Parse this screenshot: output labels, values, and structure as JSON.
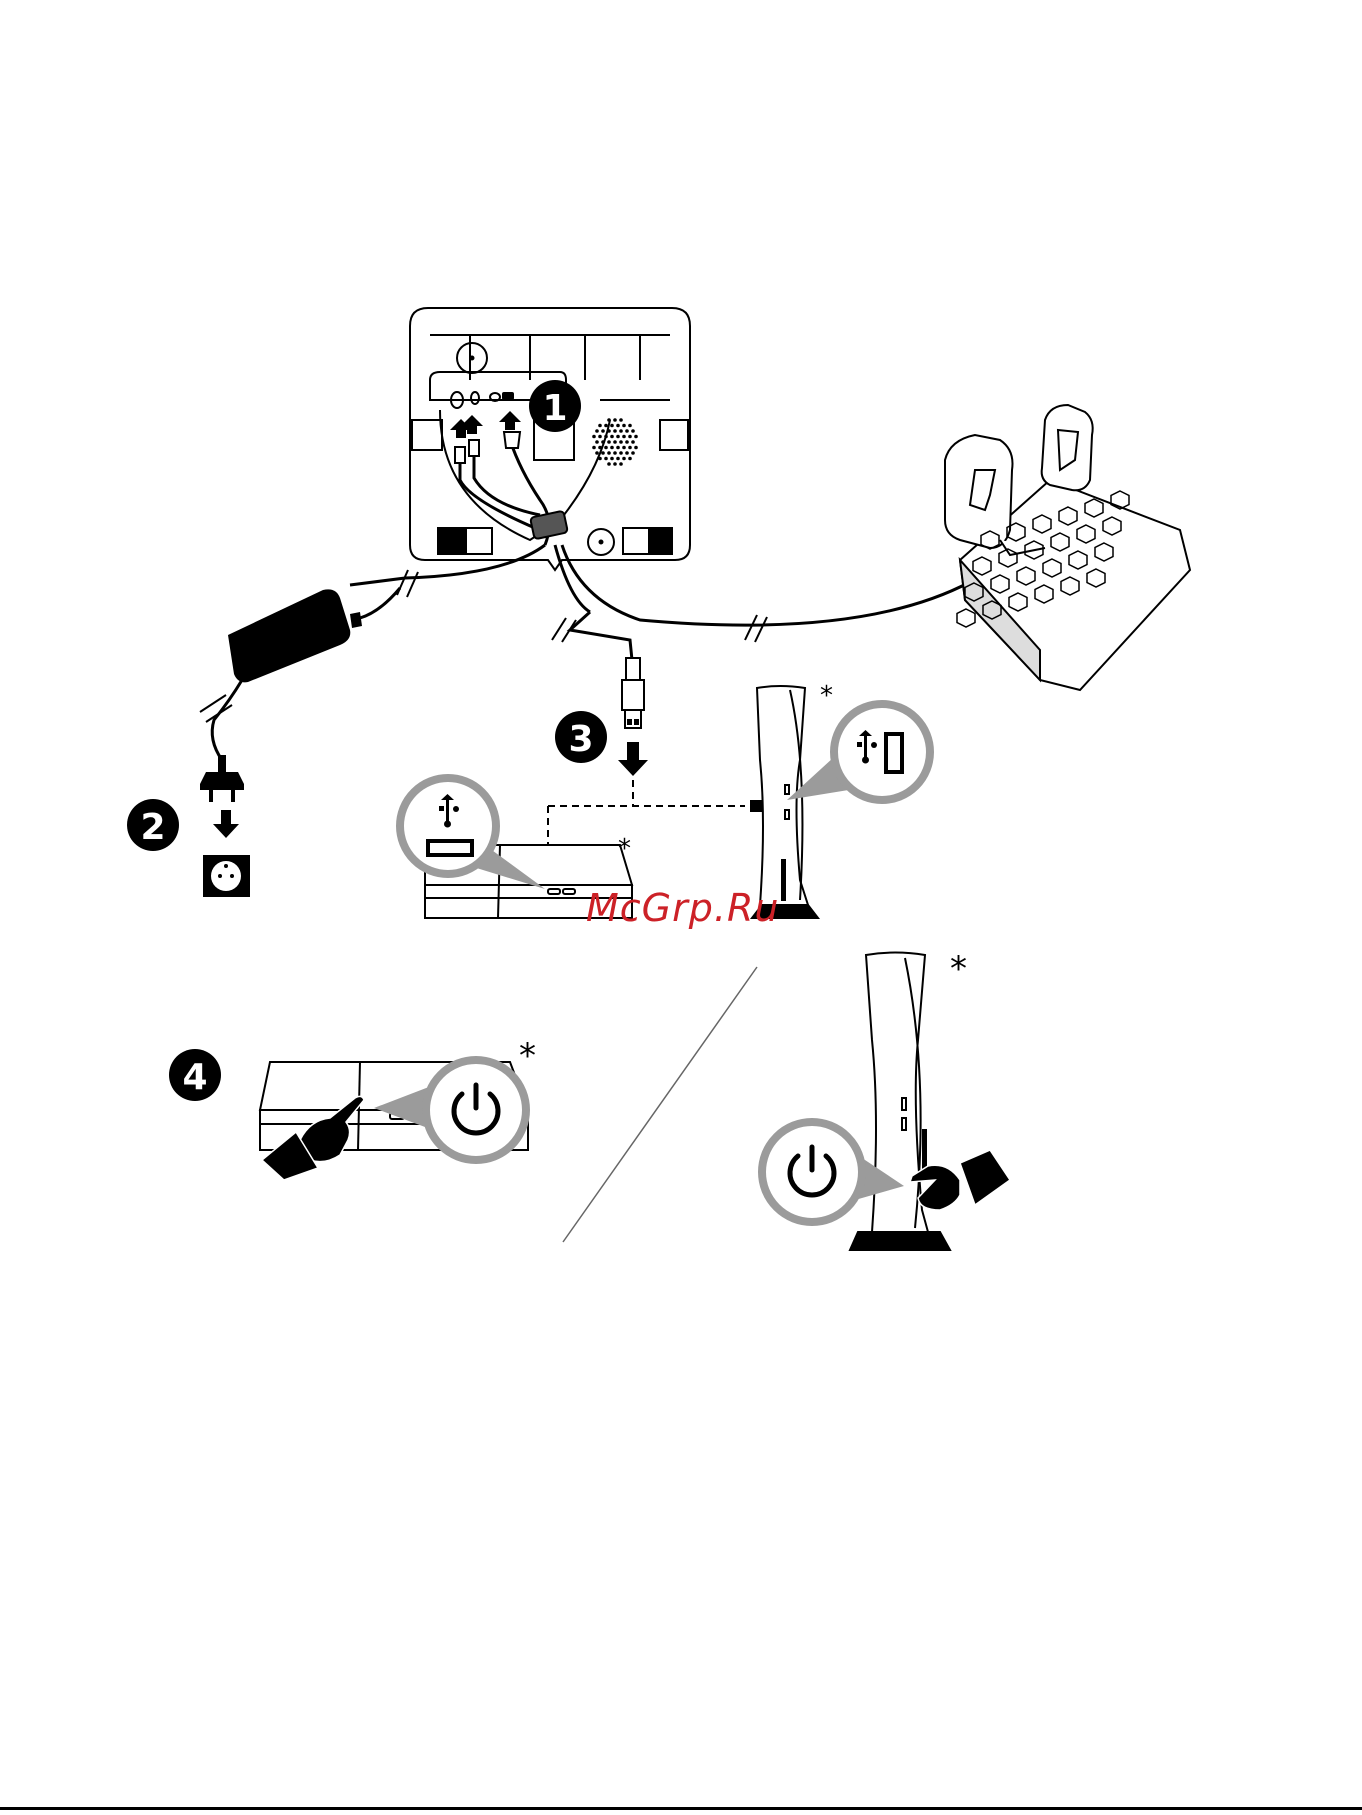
{
  "steps": [
    {
      "number": "1"
    },
    {
      "number": "2"
    },
    {
      "number": "3"
    },
    {
      "number": "4"
    }
  ],
  "asterisk": "*",
  "watermark": "McGrp.Ru",
  "colors": {
    "ink": "#000000",
    "zoom_gray": "#9b9b9b",
    "watermark_red": "#cc2127",
    "paper": "#ffffff"
  },
  "icons": [
    "usb-icon",
    "power-icon",
    "plug-icon",
    "socket-icon",
    "hand-pointer-icon",
    "arrow-up-icon",
    "arrow-down-icon",
    "arrow-right-icon"
  ]
}
